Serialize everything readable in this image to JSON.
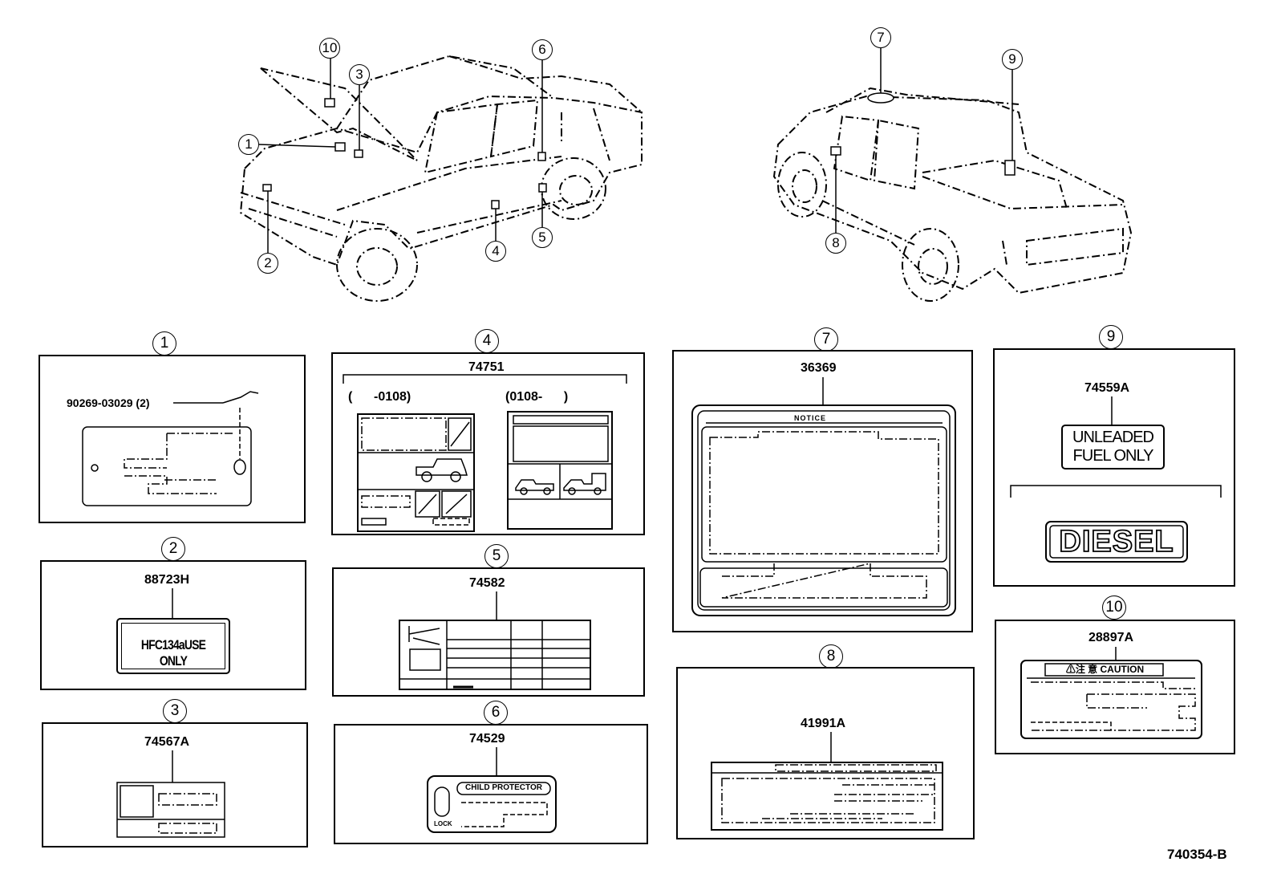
{
  "callouts": {
    "c1": "1",
    "c2": "2",
    "c3": "3",
    "c4": "4",
    "c5": "5",
    "c6": "6",
    "c7": "7",
    "c8": "8",
    "c9": "9",
    "c10": "10"
  },
  "panels": {
    "p1": {
      "num": "1",
      "part": "90269-03029 (2)"
    },
    "p2": {
      "num": "2",
      "part": "88723H",
      "label_text": "HFC134aUSE ONLY"
    },
    "p3": {
      "num": "3",
      "part": "74567A"
    },
    "p4": {
      "num": "4",
      "part": "74751",
      "range_a": "(      -0108)",
      "range_b": "(0108-      )"
    },
    "p5": {
      "num": "5",
      "part": "74582"
    },
    "p6": {
      "num": "6",
      "part": "74529",
      "header": "CHILD PROTECTOR",
      "lock": "LOCK"
    },
    "p7": {
      "num": "7",
      "part": "36369",
      "header": "NOTICE"
    },
    "p8": {
      "num": "8",
      "part": "41991A"
    },
    "p9": {
      "num": "9",
      "part": "74559A",
      "line1": "UNLEADED",
      "line2": "FUEL ONLY",
      "diesel": "DIESEL"
    },
    "p10": {
      "num": "10",
      "part": "28897A",
      "header": "⚠注 意 CAUTION"
    }
  },
  "figure_id": "740354-B"
}
